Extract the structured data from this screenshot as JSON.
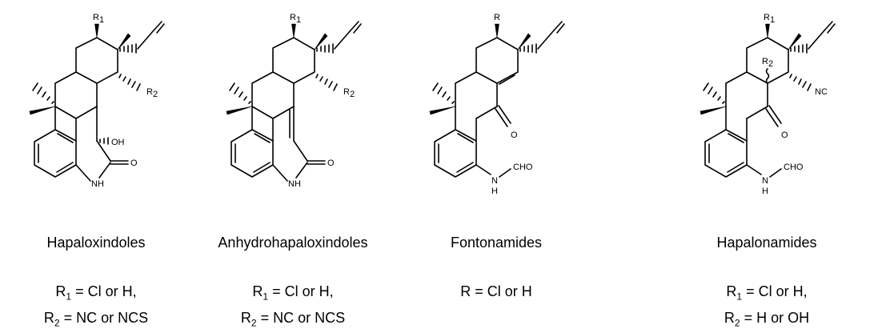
{
  "compounds": [
    {
      "name": "Hapaloxindoles",
      "atoms": {
        "top": "R",
        "top_sub": "1",
        "side": "R",
        "side_sub": "2",
        "oh": "OH",
        "o": "O",
        "nh": "NH"
      },
      "substituents": [
        {
          "r": "R",
          "sub": "1",
          "text": " = Cl or H,"
        },
        {
          "r": "R",
          "sub": "2",
          "text": " = NC or NCS"
        }
      ]
    },
    {
      "name": "Anhydrohapaloxindoles",
      "atoms": {
        "top": "R",
        "top_sub": "1",
        "side": "R",
        "side_sub": "2",
        "o": "O",
        "nh": "NH"
      },
      "substituents": [
        {
          "r": "R",
          "sub": "1",
          "text": " = Cl or H,"
        },
        {
          "r": "R",
          "sub": "2",
          "text": " = NC or NCS"
        }
      ]
    },
    {
      "name": "Fontonamides",
      "atoms": {
        "top": "R",
        "o": "O",
        "n": "N",
        "h": "H",
        "cho": "CHO"
      },
      "substituents": [
        {
          "r": "R",
          "sub": "",
          "text": " = Cl or H"
        }
      ]
    },
    {
      "name": "Hapalonamides",
      "atoms": {
        "top": "R",
        "top_sub": "1",
        "mid": "R",
        "mid_sub": "2",
        "nc": "NC",
        "o": "O",
        "n": "N",
        "h": "H",
        "cho": "CHO"
      },
      "substituents": [
        {
          "r": "R",
          "sub": "1",
          "text": " = Cl or H,"
        },
        {
          "r": "R",
          "sub": "2",
          "text": " = H or OH"
        }
      ]
    }
  ]
}
